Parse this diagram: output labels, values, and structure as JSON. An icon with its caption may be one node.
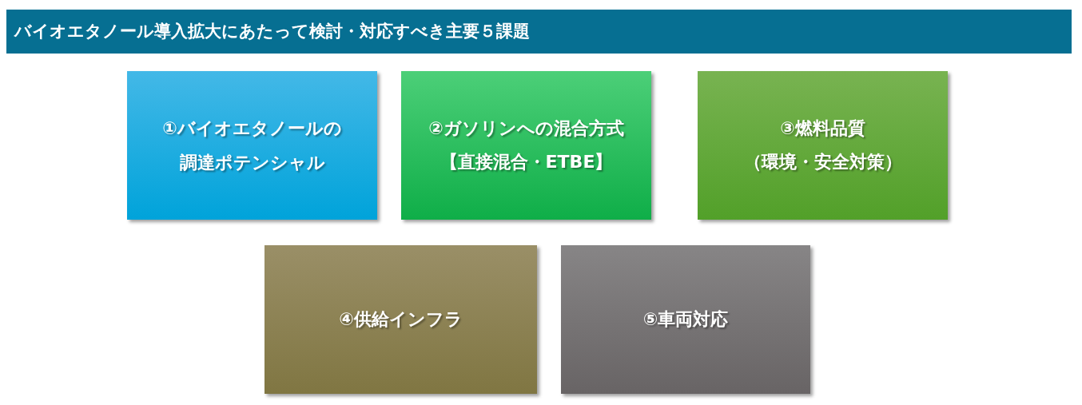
{
  "diagram": {
    "title": "バイオエタノール導入拡大にあたって検討・対応すべき主要５課題",
    "nodes": [
      {
        "text": [
          "①バイオエタノールの調達ポテンシャル"
        ]
      },
      {
        "text": [
          "②ガソリンへの混合方式",
          "【直接混合・ETBE】"
        ]
      },
      {
        "text": [
          "③燃料品質",
          "（環境・安全対策）"
        ]
      },
      {
        "text": [
          "④供給インフラ"
        ]
      },
      {
        "text": [
          "⑤車両対応"
        ]
      }
    ]
  }
}
